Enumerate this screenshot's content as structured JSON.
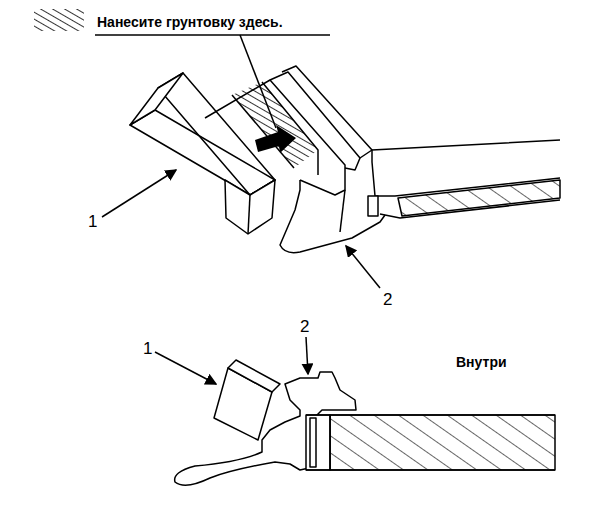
{
  "diagram": {
    "labels": [
      "1",
      "2",
      "1",
      "2",
      "Внутри"
    ],
    "legend": [
      {
        "text": "Нанесите грунтовку здесь."
      }
    ]
  }
}
